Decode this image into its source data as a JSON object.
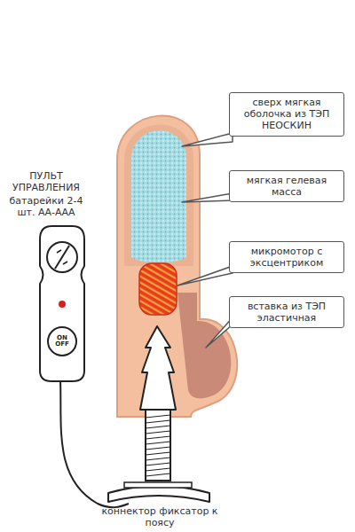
{
  "diagram": {
    "nodes": [
      {
        "text": [
          "сверх мягкая оболочка из ТЭП НЕОСКИН"
        ]
      },
      {
        "text": [
          "мягкая гелевая масса"
        ]
      },
      {
        "text": [
          "микромотор с эксцентриком"
        ]
      },
      {
        "text": [
          "вставка из ТЭП эластичная"
        ]
      },
      {
        "text": [
          "ON OFF"
        ]
      }
    ],
    "labels": [
      "ПУЛЬТ УПРАВЛЕНИЯ",
      "батарейки 2-4 шт. АА-ААА",
      "коннектор фиксатор к поясу"
    ]
  }
}
